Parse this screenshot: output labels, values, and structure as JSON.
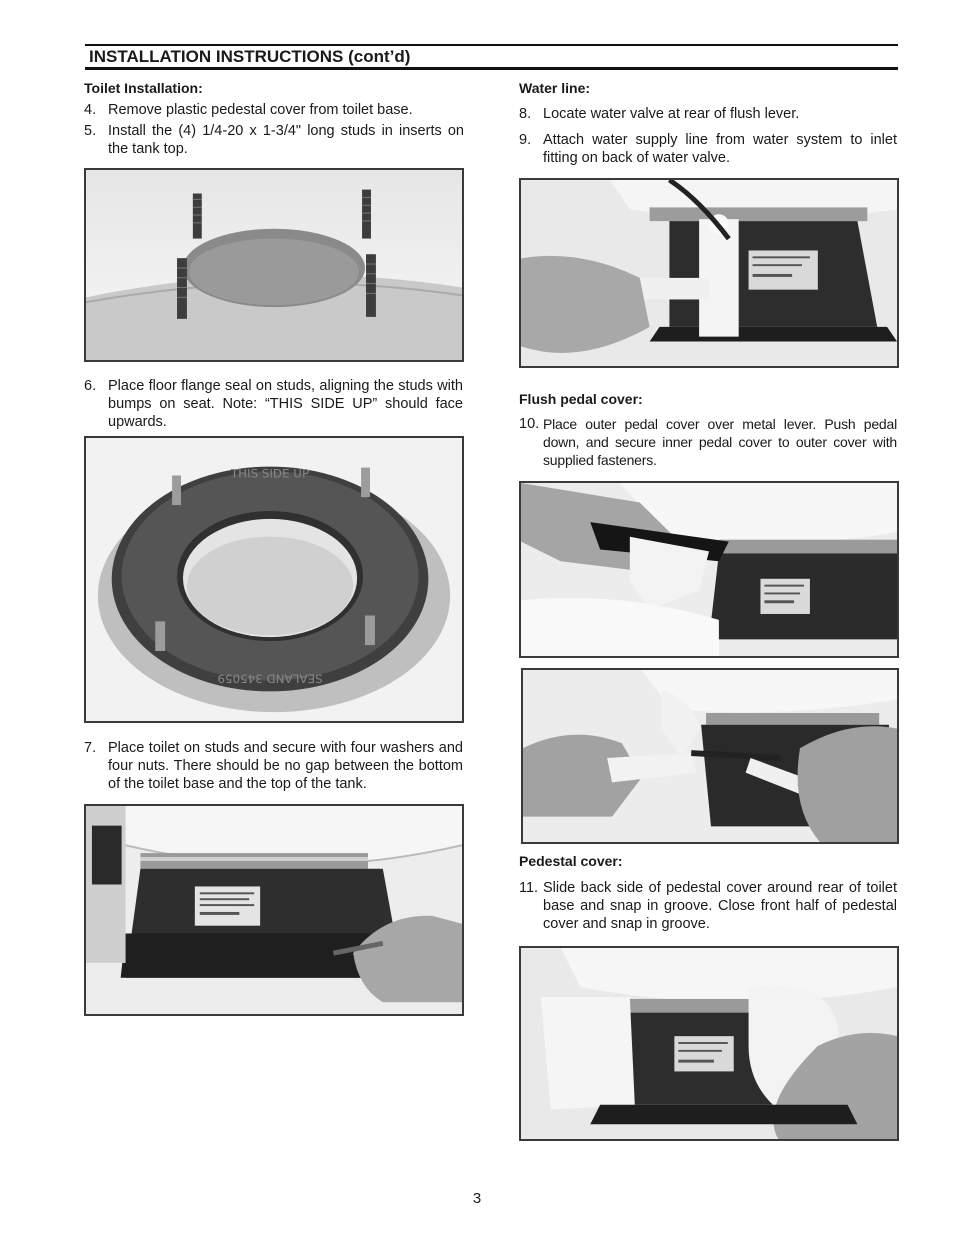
{
  "header": {
    "title": "INSTALLATION INSTRUCTIONS (cont’d)"
  },
  "left": {
    "heading": "Toilet Installation:",
    "step4": {
      "num": "4.",
      "text": "Remove plastic pedestal cover from toilet base."
    },
    "step5": {
      "num": "5.",
      "text": "Install the (4) 1/4-20 x 1-3/4\" long studs in inserts on the tank top."
    },
    "step6": {
      "num": "6.",
      "text": "Place floor flange seal on studs, aligning the studs with bumps on seat. Note: “THIS SIDE UP” should face upwards."
    },
    "step7": {
      "num": "7.",
      "text": "Place toilet on studs and secure with four washers and four nuts. There should be no gap between the bottom of the toilet base and the top of the tank."
    },
    "seal_top_text": "THIS SIDE UP",
    "seal_bottom_text": "SEALAND 345059"
  },
  "right": {
    "water_heading": "Water line:",
    "step8": {
      "num": "8.",
      "text": "Locate water valve at rear of flush lever."
    },
    "step9": {
      "num": "9.",
      "text": "Attach water supply line from water system to inlet fitting on back of water valve."
    },
    "flush_heading": "Flush pedal cover:",
    "step10": {
      "num": "10.",
      "text": "Place outer pedal cover over metal lever. Push pedal down, and secure inner pedal cover to outer cover with supplied fasteners."
    },
    "pedestal_heading": "Pedestal cover:",
    "step11": {
      "num": "11.",
      "text": "Slide back side of pedestal cover around rear of toilet base and snap in groove. Close front half of pedestal cover and snap in groove."
    }
  },
  "page": {
    "number": "3"
  }
}
